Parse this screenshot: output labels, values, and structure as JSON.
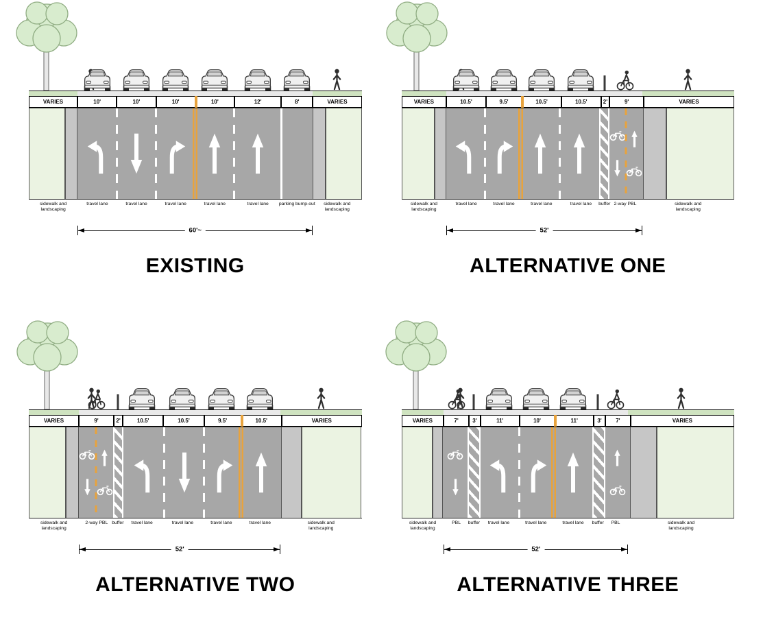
{
  "colors": {
    "road": "#a7a7a7",
    "sidewalk": "#ebf3e2",
    "curb": "#c6c6c6",
    "surface_green": "#cfe3c0",
    "center_line": "#e8a33d",
    "tree_canopy": "#d8ecce",
    "tree_outline": "#8fac82",
    "lane_marking": "#ffffff"
  },
  "diagrams": [
    {
      "id": "existing",
      "title": "EXISTING",
      "total_label": "60'~",
      "segments": [
        {
          "dim": "VARIES",
          "feet": 12.5,
          "kind": "sidewalk",
          "side": "left",
          "label": "sidewalk and landscaping",
          "top": [
            "tree",
            "pedestrian"
          ]
        },
        {
          "dim": "10'",
          "feet": 10,
          "kind": "travel",
          "label": "travel lane",
          "arrow": "turn-left",
          "top": [
            "car"
          ],
          "left_line": "none"
        },
        {
          "dim": "10'",
          "feet": 10,
          "kind": "travel",
          "label": "travel lane",
          "arrow": "down",
          "top": [
            "car"
          ],
          "left_line": "dashed"
        },
        {
          "dim": "10'",
          "feet": 10,
          "kind": "travel",
          "label": "travel lane",
          "arrow": "turn-right",
          "top": [
            "car"
          ],
          "left_line": "dashed"
        },
        {
          "dim": "10'",
          "feet": 10,
          "kind": "travel",
          "label": "travel lane",
          "arrow": "up",
          "top": [
            "car"
          ],
          "left_line": "yellow"
        },
        {
          "dim": "12'",
          "feet": 12,
          "kind": "travel",
          "label": "travel lane",
          "arrow": "up",
          "top": [
            "car"
          ],
          "left_line": "dashed"
        },
        {
          "dim": "8'",
          "feet": 8,
          "kind": "parking",
          "label": "parking bump-out",
          "top": [
            "car"
          ],
          "left_line": "solid"
        },
        {
          "dim": "VARIES",
          "feet": 12.5,
          "kind": "sidewalk",
          "side": "right",
          "label": "sidewalk and landscaping",
          "top": [
            "pedestrian"
          ]
        }
      ]
    },
    {
      "id": "alternative-one",
      "title": "ALTERNATIVE ONE",
      "total_label": "52'",
      "segments": [
        {
          "dim": "VARIES",
          "feet": 12,
          "kind": "sidewalk",
          "side": "left",
          "label": "sidewalk and landscaping",
          "top": [
            "tree",
            "pedestrian"
          ]
        },
        {
          "dim": "10.5'",
          "feet": 10.5,
          "kind": "travel",
          "label": "travel lane",
          "arrow": "turn-left",
          "top": [
            "car"
          ],
          "left_line": "none"
        },
        {
          "dim": "9.5'",
          "feet": 9.5,
          "kind": "travel",
          "label": "travel lane",
          "arrow": "turn-right",
          "top": [
            "car"
          ],
          "left_line": "dashed"
        },
        {
          "dim": "10.5'",
          "feet": 10.5,
          "kind": "travel",
          "label": "travel lane",
          "arrow": "up",
          "top": [
            "car"
          ],
          "left_line": "yellow"
        },
        {
          "dim": "10.5'",
          "feet": 10.5,
          "kind": "travel",
          "label": "travel lane",
          "arrow": "up",
          "top": [
            "car"
          ],
          "left_line": "dashed"
        },
        {
          "dim": "2'",
          "feet": 2,
          "kind": "buffer",
          "label": "buffer",
          "top": [
            "post"
          ],
          "left_line": "none"
        },
        {
          "dim": "9'",
          "feet": 9,
          "kind": "pbl2",
          "label": "2-way PBL",
          "top": [
            "cyclist"
          ],
          "left_line": "none"
        },
        {
          "dim": "VARIES",
          "feet": 24.5,
          "kind": "sidewalk",
          "side": "right",
          "label": "sidewalk and landscaping",
          "top": [
            "pedestrian"
          ]
        }
      ]
    },
    {
      "id": "alternative-two",
      "title": "ALTERNATIVE TWO",
      "total_label": "52'",
      "segments": [
        {
          "dim": "VARIES",
          "feet": 13,
          "kind": "sidewalk",
          "side": "left",
          "label": "sidewalk and landscaping",
          "top": [
            "tree",
            "pedestrian"
          ]
        },
        {
          "dim": "9'",
          "feet": 9,
          "kind": "pbl2",
          "label": "2-way PBL",
          "top": [
            "cyclist"
          ],
          "left_line": "none"
        },
        {
          "dim": "2'",
          "feet": 2,
          "kind": "buffer",
          "label": "buffer",
          "top": [
            "post"
          ],
          "left_line": "none"
        },
        {
          "dim": "10.5'",
          "feet": 10.5,
          "kind": "travel",
          "label": "travel lane",
          "arrow": "turn-left",
          "top": [
            "car"
          ],
          "left_line": "none"
        },
        {
          "dim": "10.5'",
          "feet": 10.5,
          "kind": "travel",
          "label": "travel lane",
          "arrow": "down",
          "top": [
            "car"
          ],
          "left_line": "dashed"
        },
        {
          "dim": "9.5'",
          "feet": 9.5,
          "kind": "travel",
          "label": "travel lane",
          "arrow": "turn-right",
          "top": [
            "car"
          ],
          "left_line": "dashed"
        },
        {
          "dim": "10.5'",
          "feet": 10.5,
          "kind": "travel",
          "label": "travel lane",
          "arrow": "up",
          "top": [
            "car"
          ],
          "left_line": "yellow"
        },
        {
          "dim": "VARIES",
          "feet": 21,
          "kind": "sidewalk",
          "side": "right",
          "label": "sidewalk and landscaping",
          "top": [
            "pedestrian"
          ]
        }
      ]
    },
    {
      "id": "alternative-three",
      "title": "ALTERNATIVE THREE",
      "total_label": "52'",
      "segments": [
        {
          "dim": "VARIES",
          "feet": 12,
          "kind": "sidewalk",
          "side": "left",
          "label": "sidewalk and landscaping",
          "top": [
            "tree",
            "pedestrian"
          ]
        },
        {
          "dim": "7'",
          "feet": 7,
          "kind": "pbl_down",
          "label": "PBL",
          "top": [
            "cyclist"
          ],
          "left_line": "none"
        },
        {
          "dim": "3'",
          "feet": 3,
          "kind": "buffer",
          "label": "buffer",
          "top": [
            "post"
          ],
          "left_line": "none"
        },
        {
          "dim": "11'",
          "feet": 11,
          "kind": "travel",
          "label": "travel lane",
          "arrow": "turn-left",
          "top": [
            "car"
          ],
          "left_line": "none"
        },
        {
          "dim": "10'",
          "feet": 10,
          "kind": "travel",
          "label": "travel lane",
          "arrow": "turn-right",
          "top": [
            "car"
          ],
          "left_line": "dashed"
        },
        {
          "dim": "11'",
          "feet": 11,
          "kind": "travel",
          "label": "travel lane",
          "arrow": "up",
          "top": [
            "car"
          ],
          "left_line": "yellow"
        },
        {
          "dim": "3'",
          "feet": 3,
          "kind": "buffer",
          "label": "buffer",
          "top": [
            "post"
          ],
          "left_line": "none"
        },
        {
          "dim": "7'",
          "feet": 7,
          "kind": "pbl_up",
          "label": "PBL",
          "top": [
            "cyclist"
          ],
          "left_line": "none"
        },
        {
          "dim": "VARIES",
          "feet": 30,
          "kind": "sidewalk",
          "side": "right",
          "label": "sidewalk and landscaping",
          "top": [
            "pedestrian"
          ]
        }
      ]
    }
  ]
}
